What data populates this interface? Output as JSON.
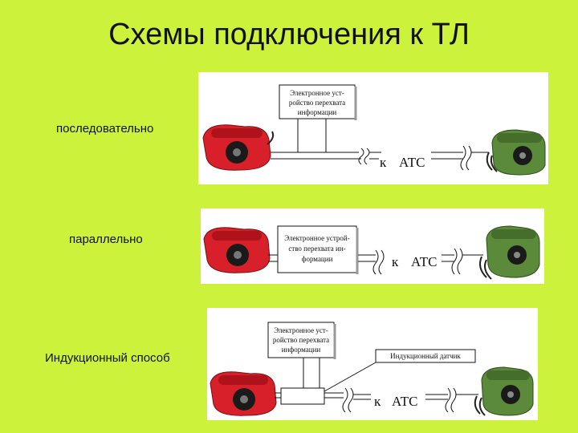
{
  "title": "Схемы подключения к ТЛ",
  "labels": {
    "serial": "последовательно",
    "parallel": "параллельно",
    "inductive": "Индукционный способ"
  },
  "diagram1": {
    "box_lines": [
      "Электронное уст-",
      "ройство перехвата",
      "информации"
    ],
    "k": "к",
    "atc": "АТС"
  },
  "diagram2": {
    "box_lines": [
      "Электронное устрой-",
      "ство перехвата ин-",
      "формации"
    ],
    "k": "к",
    "atc": "АТС"
  },
  "diagram3": {
    "box_lines": [
      "Электронное уст-",
      "ройство перехвата",
      "информации"
    ],
    "sensor": "Индукционный датчик",
    "k": "к",
    "atc": "АТС"
  },
  "colors": {
    "background": "#ccf23c",
    "red_phone": "#d8202a",
    "green_phone": "#5a8a3a"
  }
}
